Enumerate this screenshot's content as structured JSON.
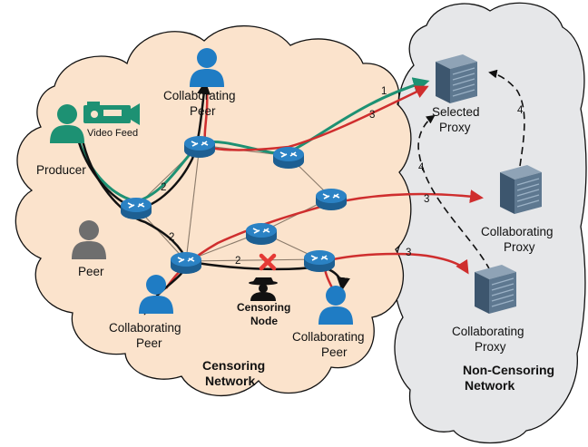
{
  "labels": {
    "producer": "Producer",
    "video_feed": "Video Feed",
    "peer": "Peer",
    "collab_peer_top_l1": "Collaborating",
    "collab_peer_top_l2": "Peer",
    "collab_peer_left_l1": "Collaborating",
    "collab_peer_left_l2": "Peer",
    "collab_peer_right_l1": "Collaborating",
    "collab_peer_right_l2": "Peer",
    "censoring_node_l1": "Censoring",
    "censoring_node_l2": "Node",
    "censoring_network_l1": "Censoring",
    "censoring_network_l2": "Network",
    "selected_proxy_l1": "Selected",
    "selected_proxy_l2": "Proxy",
    "collab_proxy_mid_l1": "Collaborating",
    "collab_proxy_mid_l2": "Proxy",
    "collab_proxy_bot_l1": "Collaborating",
    "collab_proxy_bot_l2": "Proxy",
    "non_censoring_network_l1": "Non-Censoring",
    "non_censoring_network_l2": "Network"
  },
  "path_numbers": {
    "green_to_proxy": "1",
    "red_top_to_proxy": "3",
    "black_upper": "2",
    "black_lower": "2",
    "black_blocked": "2",
    "red_mid_to_proxy": "3",
    "red_bot_to_proxy": "3",
    "dashed_right": "4",
    "dashed_left": "4"
  },
  "colors": {
    "censoring_cloud": "#fbe3cc",
    "non_censoring_cloud": "#e6e7e9",
    "person": "#1f7cc4",
    "producer": "#1d9173",
    "peer_gray": "#6e6e6e",
    "router": "#2b78b5",
    "green_path": "#1d9173",
    "red_path": "#cf2e2e",
    "black_path": "#111111",
    "block_x": "#e53935"
  }
}
